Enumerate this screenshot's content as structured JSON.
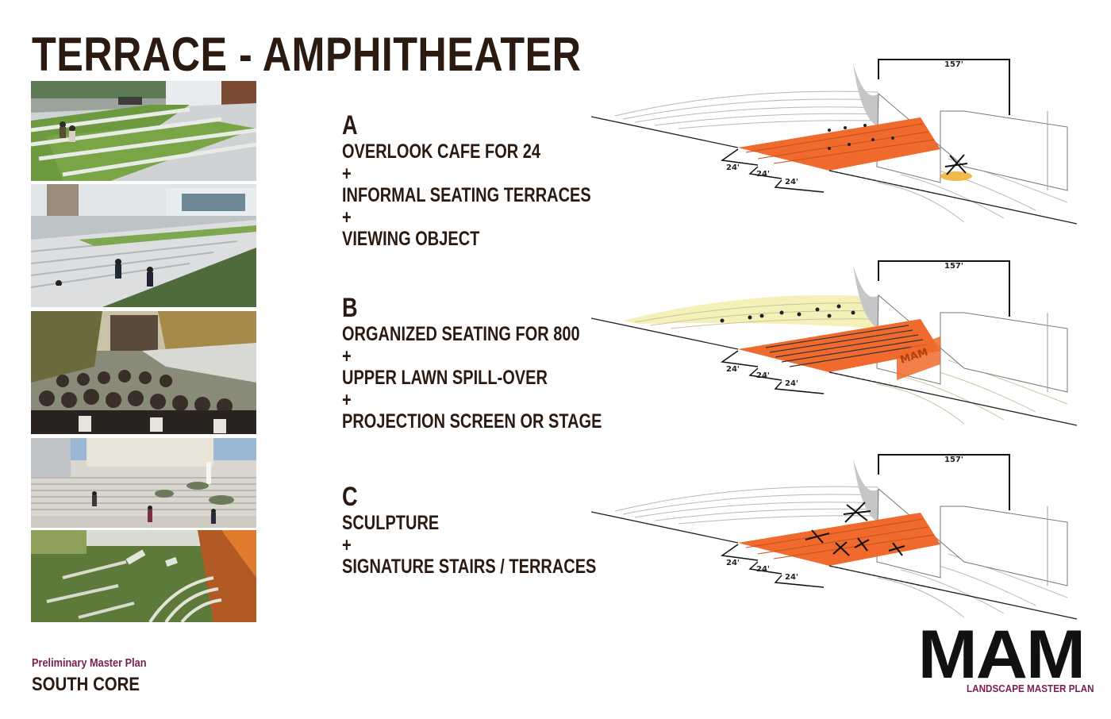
{
  "title": "TERRACE - AMPHITHEATER",
  "options": [
    {
      "letter": "A",
      "lines": [
        "OVERLOOK CAFE FOR 24",
        "+",
        "INFORMAL SEATING TERRACES",
        "+",
        "VIEWING OBJECT"
      ],
      "dimension_top": "157'",
      "dimensions_steps": [
        "24'",
        "24'",
        "24'"
      ]
    },
    {
      "letter": "B",
      "lines": [
        "ORGANIZED SEATING FOR 800",
        "+",
        "UPPER LAWN SPILL-OVER",
        "+",
        "PROJECTION SCREEN OR STAGE"
      ],
      "dimension_top": "157'",
      "dimensions_steps": [
        "24'",
        "24'",
        "24'"
      ],
      "screen_label": "MAM"
    },
    {
      "letter": "C",
      "lines": [
        "SCULPTURE",
        "+",
        "SIGNATURE STAIRS / TERRACES"
      ],
      "dimension_top": "157'",
      "dimensions_steps": [
        "24'",
        "24'",
        "24'"
      ]
    }
  ],
  "footer": {
    "subtitle": "Preliminary Master Plan",
    "section": "SOUTH CORE"
  },
  "logo": {
    "text": "MAM",
    "tagline": "LANDSCAPE MASTER PLAN"
  },
  "colors": {
    "terrace_orange": "#ef6a2c",
    "title_brown": "#2a1a10",
    "accent_plum": "#7a1f4f",
    "lawn_yellow": "#f4f0b8"
  }
}
